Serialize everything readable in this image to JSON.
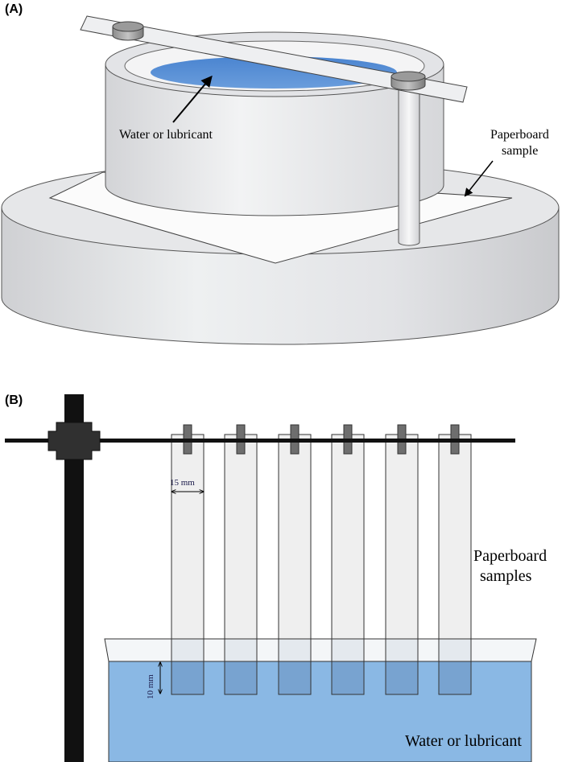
{
  "panel_a": {
    "label": "(A)",
    "water_label": "Water or lubricant",
    "sample_label_line1": "Paperboard",
    "sample_label_line2": "sample"
  },
  "panel_b": {
    "label": "(B)",
    "width_dim": "15 mm",
    "depth_dim": "10 mm",
    "samples_label_line1": "Paperboard",
    "samples_label_line2": "samples",
    "water_label": "Water or lubricant",
    "strip_count": 6
  },
  "colors": {
    "water": "#8ab8e4",
    "water_top": "#4f86d1",
    "stand": "#111111",
    "clip": "#6e6e6e",
    "strip": "#efefef",
    "cylinder": "#e9eaec"
  }
}
